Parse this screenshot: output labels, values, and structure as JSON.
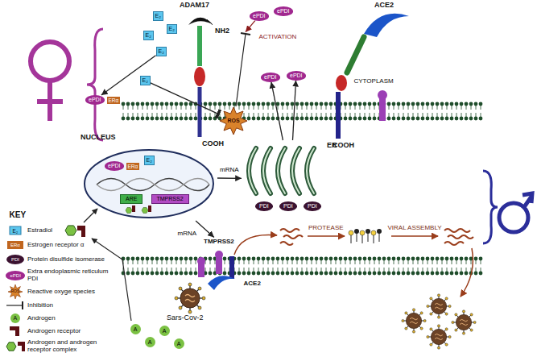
{
  "diagram": {
    "nodes": [
      {
        "text": [
          "ADAM17",
          "NH2",
          "COOH"
        ]
      },
      {
        "text": [
          "ACE2",
          "COOH"
        ]
      },
      {
        "text": [
          "ePDI"
        ]
      },
      {
        "text": [
          "ePDI"
        ]
      },
      {
        "text": [
          "E₂"
        ]
      },
      {
        "text": [
          "E₂"
        ]
      },
      {
        "text": [
          "E₂"
        ]
      },
      {
        "text": [
          "E₂"
        ]
      },
      {
        "text": [
          "E₂"
        ]
      },
      {
        "text": [
          "ROS"
        ]
      },
      {
        "text": [
          "ePDI"
        ]
      },
      {
        "text": [
          "ePDI"
        ]
      },
      {
        "text": [
          "ePDI"
        ]
      },
      {
        "text": [
          "ERα"
        ]
      },
      {
        "text": [
          "NUCLEUS"
        ]
      },
      {
        "text": [
          "ePDI"
        ],
        "in": 14
      },
      {
        "text": [
          "ERα"
        ],
        "in": 14
      },
      {
        "text": [
          "E₂"
        ],
        "in": 14
      },
      {
        "text": [
          "ARE"
        ],
        "in": 14
      },
      {
        "text": [
          "TMPRSS2"
        ],
        "in": 14
      },
      {
        "text": [
          "ER"
        ]
      },
      {
        "text": [
          "PDI"
        ],
        "in": 20
      },
      {
        "text": [
          "PDI"
        ],
        "in": 20
      },
      {
        "text": [
          "PDI"
        ],
        "in": 20
      },
      {
        "text": [
          "TMPRSS2"
        ]
      },
      {
        "text": [
          "A"
        ]
      },
      {
        "text": [
          "A"
        ]
      },
      {
        "text": [
          "A"
        ]
      },
      {
        "text": [
          "A"
        ]
      },
      {
        "text": [
          "ACE2"
        ]
      },
      {
        "text": [
          "Sars-Cov-2"
        ]
      }
    ],
    "edges": [
      {
        "from": 4,
        "to": 12,
        "arrow": "to"
      },
      {
        "from": 8,
        "to": 9,
        "arrow": "to"
      },
      {
        "from": 2,
        "to": 0,
        "arrow": "to",
        "label": "ACTIVATION"
      },
      {
        "from": 20,
        "to": 10,
        "arrow": "to"
      },
      {
        "from": 20,
        "to": 11,
        "arrow": "to"
      },
      {
        "from": 14,
        "to": 20,
        "arrow": "to",
        "label": "mRNA"
      },
      {
        "from": 14,
        "to": 24,
        "arrow": "to",
        "label": "mRNA"
      }
    ],
    "labels": [
      "KEY",
      "CYTOPLASM",
      "PROTEASE",
      "VIRAL ASSEMBLY",
      "E₂",
      "ERα",
      "PDI",
      "ePDI",
      "ROS",
      "A"
    ],
    "legend": [
      {
        "text": "Estradiol"
      },
      {
        "text": "Estrogen receptor α"
      },
      {
        "text": "Protein disulfide isomerase"
      },
      {
        "text": "Extra endoplasmic reticulum PDI"
      },
      {
        "text": "Reactive oxyge species"
      },
      {
        "text": "Inhibition"
      },
      {
        "text": "Androgen"
      },
      {
        "text": "Androgen receptor"
      },
      {
        "text": "Androgen and androgen receptor complex"
      }
    ]
  }
}
